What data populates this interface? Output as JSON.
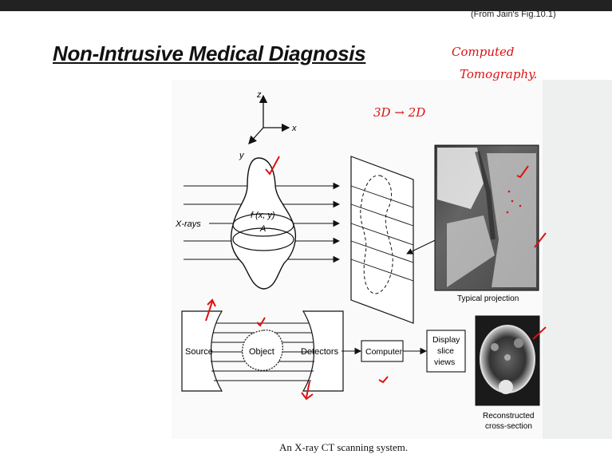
{
  "slide": {
    "source_note": "(From Jain's Fig.10.1)",
    "title": "Non-Intrusive Medical Diagnosis",
    "annotations": {
      "line1": "Computed",
      "line2": "Tomography.",
      "dimension": "3D → 2D"
    }
  },
  "figure": {
    "axis_z": "z",
    "axis_x": "x",
    "axis_y": "y",
    "xrays_label": "X-rays",
    "function_label": "f (x, y)",
    "area_label": "A",
    "projection_caption": "Typical projection",
    "source_label": "Source",
    "object_label": "Object",
    "detectors_label": "Detectors",
    "computer_label": "Computer",
    "display_line1": "Display",
    "display_line2": "slice",
    "display_line3": "views",
    "reconstructed_line1": "Reconstructed",
    "reconstructed_line2": "cross-section",
    "caption": "An X-ray CT scanning system."
  },
  "colors": {
    "ink": "#111111",
    "annotation": "#dd1111",
    "background": "#ffffff"
  }
}
